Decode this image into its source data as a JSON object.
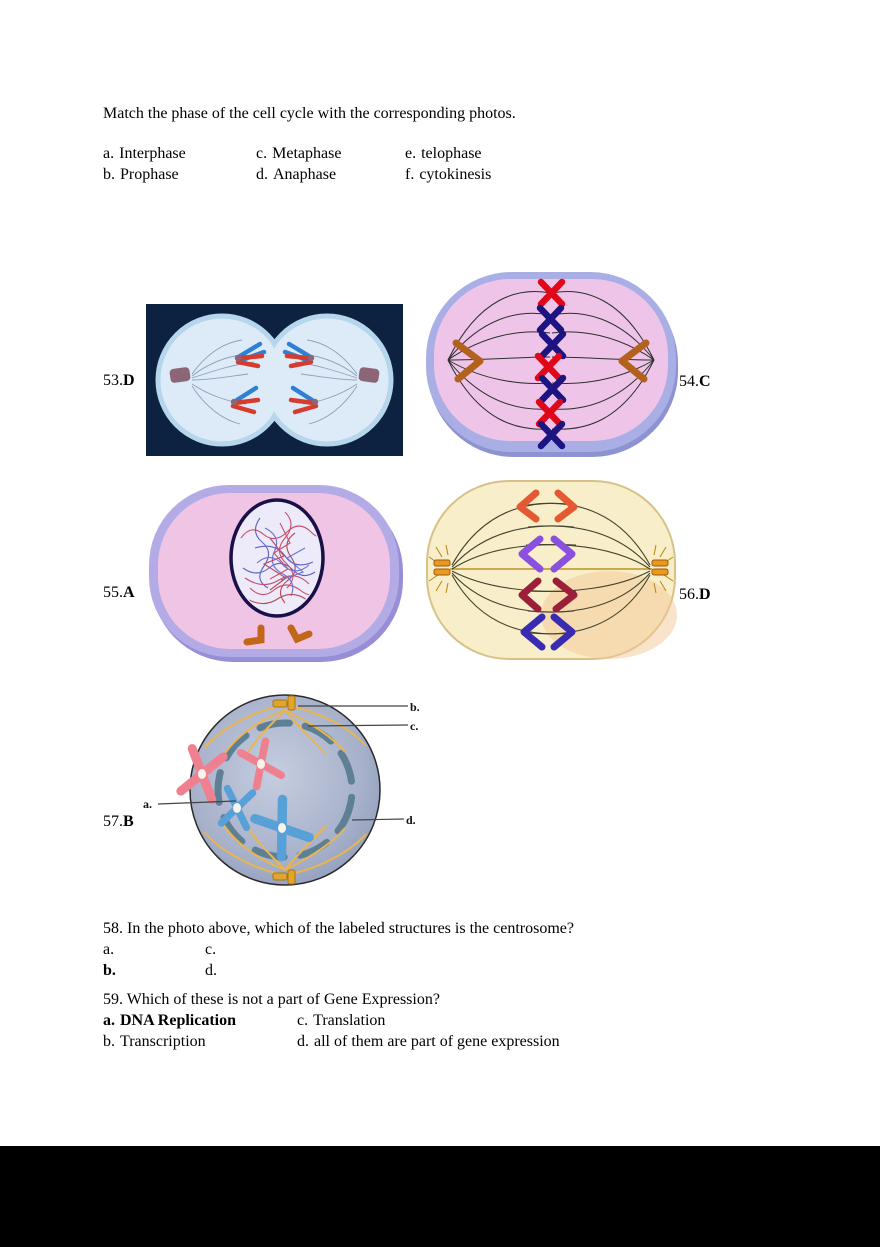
{
  "instruction": "Match the phase of the cell cycle with the corresponding photos.",
  "match_options": [
    {
      "key": "a.",
      "label": "Interphase"
    },
    {
      "key": "b.",
      "label": "Prophase"
    },
    {
      "key": "c.",
      "label": "Metaphase"
    },
    {
      "key": "d.",
      "label": "Anaphase"
    },
    {
      "key": "e.",
      "label": "telophase"
    },
    {
      "key": "f.",
      "label": "cytokinesis"
    }
  ],
  "figures": [
    {
      "number": "53.",
      "answer": "D"
    },
    {
      "number": "54.",
      "answer": "C"
    },
    {
      "number": "55.",
      "answer": "A"
    },
    {
      "number": "56.",
      "answer": "D"
    },
    {
      "number": "57.",
      "answer": "B",
      "callouts": [
        "a.",
        "b.",
        "c.",
        "d."
      ]
    }
  ],
  "q58": {
    "text": "58. In the photo above, which of the labeled structures is the centrosome?",
    "options": [
      {
        "key": "a."
      },
      {
        "key": "c."
      },
      {
        "key": "b."
      },
      {
        "key": "d."
      }
    ]
  },
  "q59": {
    "text": "59. Which of these is not a part of Gene Expression?",
    "options": [
      {
        "key": "a.",
        "label": "DNA Replication"
      },
      {
        "key": "c.",
        "label": "Translation"
      },
      {
        "key": "b.",
        "label": "Transcription"
      },
      {
        "key": "d.",
        "label": "all of them are part of gene expression"
      }
    ]
  },
  "colors": {
    "page_bg": "#ffffff",
    "letterbox": "#000000",
    "telophase_bg": "#0d2140",
    "cell_pink": "#eec5e8",
    "cell_lavender": "#a9afe4",
    "cell_cream": "#f8eeca",
    "prophase_blue": "#a3aec8",
    "chromosome_red": "#e00718",
    "chromosome_navy": "#1c1480",
    "centriole_orange": "#c2661a"
  }
}
